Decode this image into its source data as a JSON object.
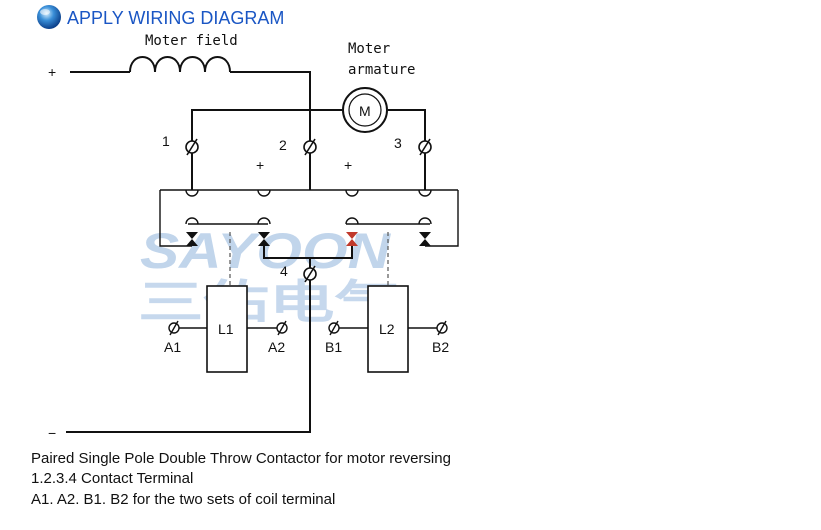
{
  "header": {
    "title": "APPLY WIRING DIAGRAM",
    "icon": "globe-bullet-icon",
    "color": "#1a56c4"
  },
  "labels": {
    "motor_field": "Moter field",
    "motor_armature_line1": "Moter",
    "motor_armature_line2": "armature",
    "motor_symbol": "M",
    "plus": "+",
    "minus": "−",
    "terminal_1": "1",
    "terminal_2": "2",
    "terminal_3": "3",
    "terminal_4": "4",
    "coil_l1": "L1",
    "coil_l2": "L2",
    "coil_a1": "A1",
    "coil_a2": "A2",
    "coil_b1": "B1",
    "coil_b2": "B2"
  },
  "watermark": {
    "latin": "SAYOON",
    "cjk": "三佑电气"
  },
  "caption": {
    "line1": "Paired Single Pole Double Throw Contactor for motor reversing",
    "line2": "1.2.3.4 Contact Terminal",
    "line3": "A1. A2. B1. B2 for the two sets of coil terminal"
  }
}
